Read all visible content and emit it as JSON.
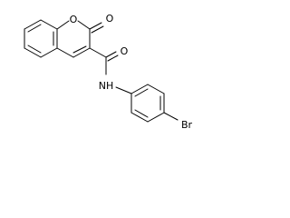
{
  "molecule": {
    "atoms": {
      "ring_oxygen": "O",
      "carbonyl_oxygen_lactone": "O",
      "carbonyl_oxygen_amide": "O",
      "amide_nitrogen": "NH",
      "bromine": "Br"
    }
  },
  "colors": {
    "bond": "#000000",
    "background": "#ffffff"
  }
}
